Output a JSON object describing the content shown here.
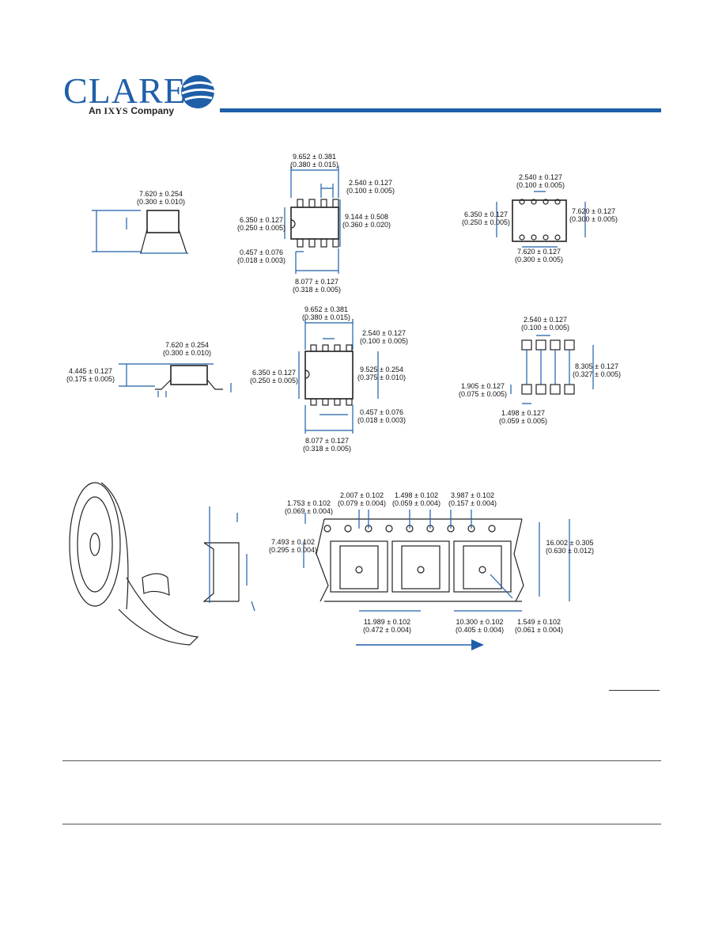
{
  "logo": {
    "word": "CLARE",
    "sub_an": "An ",
    "sub_ixys": "IXYS",
    "sub_company": " Company"
  },
  "fig1": {
    "top_side": [
      "7.620 ± 0.254",
      "(0.300 ± 0.010)"
    ],
    "top_width": [
      "9.652 ± 0.381",
      "(0.380 ± 0.015)"
    ],
    "top_pitch": [
      "2.540 ± 0.127",
      "(0.100 ± 0.005)"
    ],
    "top_height": [
      "6.350 ± 0.127",
      "(0.250 ± 0.005)"
    ],
    "top_overall": [
      "9.144 ± 0.508",
      "(0.360 ± 0.020)"
    ],
    "top_lead": [
      "0.457 ± 0.076",
      "(0.018 ± 0.003)"
    ],
    "top_span": [
      "8.077 ± 0.127",
      "(0.318 ± 0.005)"
    ],
    "pcb_pitch": [
      "2.540 ± 0.127",
      "(0.100 ± 0.005)"
    ],
    "pcb_row": [
      "6.350 ± 0.127",
      "(0.250 ± 0.005)"
    ],
    "pcb_col": [
      "7.620 ± 0.127",
      "(0.300 ± 0.005)"
    ],
    "pcb_w": [
      "7.620 ± 0.127",
      "(0.300 ± 0.005)"
    ]
  },
  "fig2": {
    "side_w": [
      "7.620 ± 0.254",
      "(0.300 ± 0.010)"
    ],
    "side_h": [
      "4.445 ± 0.127",
      "(0.175 ± 0.005)"
    ],
    "top_width": [
      "9.652 ± 0.381",
      "(0.380 ± 0.015)"
    ],
    "top_pitch": [
      "2.540 ± 0.127",
      "(0.100 ± 0.005)"
    ],
    "top_height": [
      "6.350 ± 0.127",
      "(0.250 ± 0.005)"
    ],
    "top_overall": [
      "9.525 ± 0.254",
      "(0.375 ± 0.010)"
    ],
    "top_lead": [
      "0.457 ± 0.076",
      "(0.018 ± 0.003)"
    ],
    "top_span": [
      "8.077 ± 0.127",
      "(0.318 ± 0.005)"
    ],
    "pad_pitch": [
      "2.540 ± 0.127",
      "(0.100 ± 0.005)"
    ],
    "pad_row": [
      "8.305 ± 0.127",
      "(0.327 ± 0.005)"
    ],
    "pad_h": [
      "1.905 ± 0.127",
      "(0.075 ± 0.005)"
    ],
    "pad_w": [
      "1.498 ± 0.127",
      "(0.059 ± 0.005)"
    ]
  },
  "fig3": {
    "d1": [
      "1.753 ± 0.102",
      "(0.069 ± 0.004)"
    ],
    "d2": [
      "2.007 ± 0.102",
      "(0.079 ± 0.004)"
    ],
    "d3": [
      "1.498 ± 0.102",
      "(0.059 ± 0.004)"
    ],
    "d4": [
      "3.987 ± 0.102",
      "(0.157 ± 0.004)"
    ],
    "d5": [
      "7.493 ± 0.102",
      "(0.295 ± 0.004)"
    ],
    "d6": [
      "16.002 ± 0.305",
      "(0.630 ± 0.012)"
    ],
    "d7": [
      "11.989 ± 0.102",
      "(0.472 ± 0.004)"
    ],
    "d8": [
      "10.300 ± 0.102",
      "(0.405 ± 0.004)"
    ],
    "d9": [
      "1.549 ± 0.102",
      "(0.061 ± 0.004)"
    ]
  }
}
